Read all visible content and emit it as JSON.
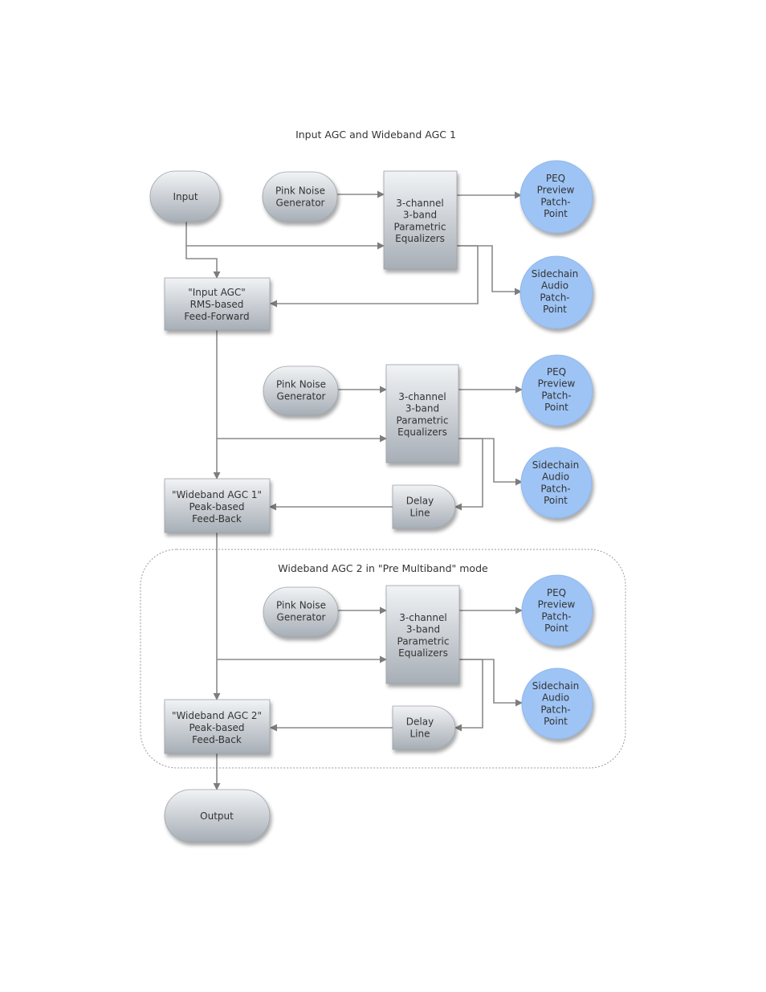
{
  "titles": {
    "main": "Input AGC and Wideband AGC 1",
    "group": "Wideband AGC 2 in \"Pre Multiband\" mode"
  },
  "nodes": {
    "input": [
      "Input"
    ],
    "output": [
      "Output"
    ],
    "pink1": [
      "Pink Noise",
      "Generator"
    ],
    "pink2": [
      "Pink Noise",
      "Generator"
    ],
    "pink3": [
      "Pink Noise",
      "Generator"
    ],
    "eq1": [
      "3-channel",
      "3-band",
      "Parametric",
      "Equalizers"
    ],
    "eq2": [
      "3-channel",
      "3-band",
      "Parametric",
      "Equalizers"
    ],
    "eq3": [
      "3-channel",
      "3-band",
      "Parametric",
      "Equalizers"
    ],
    "peq1": [
      "PEQ",
      "Preview",
      "Patch-",
      "Point"
    ],
    "peq2": [
      "PEQ",
      "Preview",
      "Patch-",
      "Point"
    ],
    "peq3": [
      "PEQ",
      "Preview",
      "Patch-",
      "Point"
    ],
    "side1": [
      "Sidechain",
      "Audio",
      "Patch-",
      "Point"
    ],
    "side2": [
      "Sidechain",
      "Audio",
      "Patch-",
      "Point"
    ],
    "side3": [
      "Sidechain",
      "Audio",
      "Patch-",
      "Point"
    ],
    "agc_input": [
      "\"Input AGC\"",
      "RMS-based",
      "Feed-Forward"
    ],
    "agc_wb1": [
      "\"Wideband AGC 1\"",
      "Peak-based",
      "Feed-Back"
    ],
    "agc_wb2": [
      "\"Wideband AGC 2\"",
      "Peak-based",
      "Feed-Back"
    ],
    "delay1": [
      "Delay",
      "Line"
    ],
    "delay2": [
      "Delay",
      "Line"
    ]
  },
  "colors": {
    "gray_light": "#eef0f2",
    "gray_dark": "#a9b0b7",
    "blue": "#9ec4f5",
    "blue_stroke": "#8fb6ec",
    "edge": "#8a8a8a",
    "text": "#333333"
  }
}
